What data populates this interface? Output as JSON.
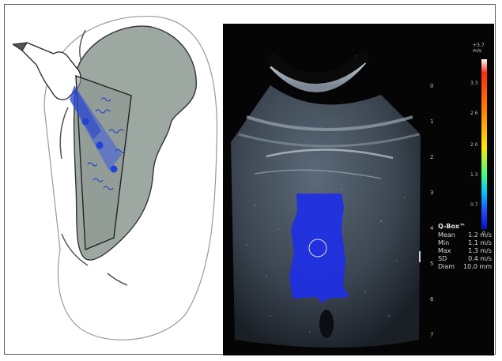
{
  "ultrasound": {
    "depth_ticks": [
      "0",
      "1",
      "2",
      "3",
      "4",
      "5",
      "6",
      "7"
    ],
    "colorbar": {
      "top_label": "+3.7 m/s",
      "bottom_label": "0",
      "ticks": [
        "3.3",
        "2.6",
        "2.0",
        "1.3",
        "0.7"
      ]
    },
    "qbox": {
      "title": "Q-Box™",
      "rows": [
        {
          "label": "Mean",
          "value": "1.2 m/s"
        },
        {
          "label": "Min",
          "value": "1.1 m/s"
        },
        {
          "label": "Max",
          "value": "1.3 m/s"
        },
        {
          "label": "SD",
          "value": "0.4 m/s"
        },
        {
          "label": "Diam",
          "value": "10.0 mm"
        }
      ]
    }
  },
  "colors": {
    "organ_fill": "#9ea8a2",
    "beam_blue": "#2d4fd0",
    "swe_box": "#1e2fe6"
  }
}
